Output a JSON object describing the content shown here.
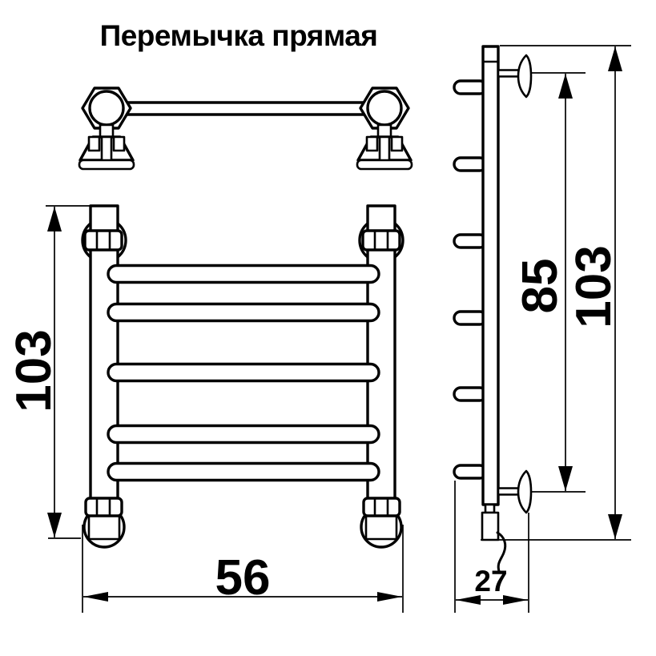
{
  "title": "Перемычка прямая",
  "dimensions": {
    "front_height": "103",
    "front_width": "56",
    "side_mount_span": "85",
    "side_total_height": "103",
    "side_depth": "27"
  },
  "colors": {
    "line": "#000000",
    "background": "#ffffff"
  }
}
